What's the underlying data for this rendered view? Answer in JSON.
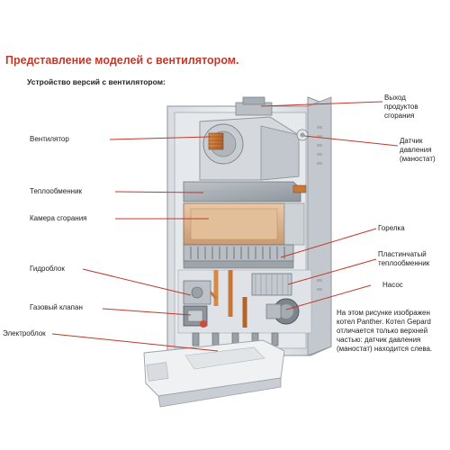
{
  "heading": "Представление моделей с вентилятором.",
  "subheading": "Устройство версий с вентилятором:",
  "labels": {
    "fan": "Вентилятор",
    "heat_exchanger": "Теплообменник",
    "combustion_chamber": "Камера сгорания",
    "hydroblock": "Гидроблок",
    "gas_valve": "Газовый клапан",
    "electroblock": "Электроблок",
    "exhaust_line1": "Выход",
    "exhaust_line2": "продуктов",
    "exhaust_line3": "сгорания",
    "pressure_sensor_line1": "Датчик",
    "pressure_sensor_line2": "давления",
    "pressure_sensor_line3": "(маностат)",
    "burner": "Горелка",
    "plate_hx_line1": "Пластинчатый",
    "plate_hx_line2": "теплообменник",
    "pump": "Насос"
  },
  "note": "На этом рисунке изображен котел Panther.  Котел Gepard отличается только верхней частью: датчик давления (маностат) находится слева.",
  "colors": {
    "heading": "#c0392b",
    "leader": "#c0392b"
  }
}
